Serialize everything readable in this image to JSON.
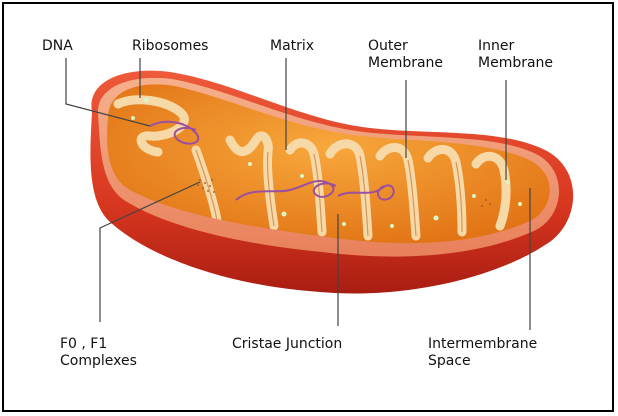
{
  "labels": {
    "dna": "DNA",
    "ribosomes": "Ribosomes",
    "matrix": "Matrix",
    "outer_membrane": [
      "Outer",
      "Membrane"
    ],
    "inner_membrane": [
      "Inner",
      "Membrane"
    ],
    "f0f1": [
      "F0 , F1",
      "Complexes"
    ],
    "cristae_junction": "Cristae Junction",
    "intermembrane": [
      "Intermembrane",
      "Space"
    ]
  },
  "colors": {
    "outer_membrane": "#d8371f",
    "intermembrane": "#f1a07a",
    "inner_membrane": "#f6d9a7",
    "matrix": "#f08a22",
    "dna": "#9b4fa0",
    "ribosome": "#d8f5c3",
    "leader_line": "#444444"
  }
}
